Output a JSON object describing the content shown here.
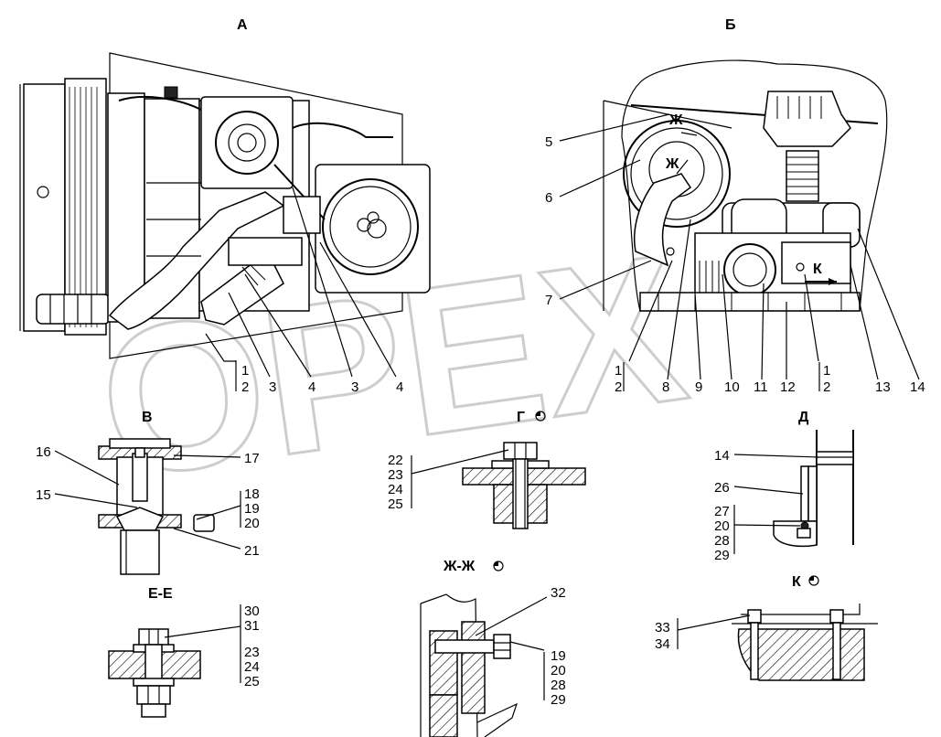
{
  "views": {
    "A": "А",
    "B": "Б",
    "V": "В",
    "G": "Г",
    "D": "Д",
    "EE": "Е-Е",
    "ZhZh": "Ж-Ж",
    "K": "К",
    "Zh_arrow": "Ж",
    "K_arrow": "К"
  },
  "watermark": "OPEX",
  "view_a_callouts": {
    "n1": "1",
    "n2": "2",
    "n3a": "3",
    "n4a": "4",
    "n3b": "3",
    "n4b": "4"
  },
  "view_b_callouts": {
    "n5": "5",
    "n6": "6",
    "n7": "7",
    "n1": "1",
    "n2": "2",
    "n8": "8",
    "n9": "9",
    "n10": "10",
    "n11": "11",
    "n12": "12",
    "n1b": "1",
    "n2b": "2",
    "n13": "13",
    "n14": "14"
  },
  "view_v_callouts": {
    "n16": "16",
    "n17": "17",
    "n15": "15",
    "n18": "18",
    "n19": "19",
    "n20": "20",
    "n21": "21"
  },
  "view_g_callouts": {
    "n22": "22",
    "n23": "23",
    "n24": "24",
    "n25": "25"
  },
  "view_d_callouts": {
    "n14": "14",
    "n26": "26",
    "n27": "27",
    "n20": "20",
    "n28": "28",
    "n29": "29"
  },
  "view_ee_callouts": {
    "n30": "30",
    "n31": "31",
    "n23": "23",
    "n24": "24",
    "n25": "25"
  },
  "view_zhzh_callouts": {
    "n32": "32",
    "n19": "19",
    "n20": "20",
    "n28": "28",
    "n29": "29"
  },
  "view_k_callouts": {
    "n33": "33",
    "n34": "34"
  },
  "colors": {
    "line": "#000000",
    "watermark": "#c8c8c8",
    "background": "#ffffff"
  }
}
